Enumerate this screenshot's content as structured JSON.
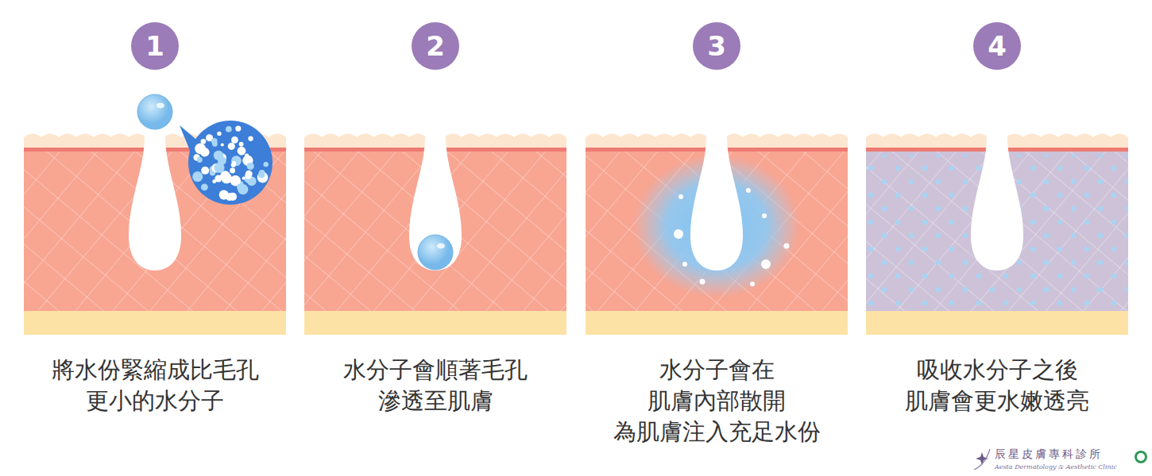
{
  "diagram": {
    "nodes": [
      {
        "text": [
          "1"
        ]
      },
      {
        "text": [
          "2"
        ]
      },
      {
        "text": [
          "3"
        ]
      },
      {
        "text": [
          "4"
        ]
      }
    ],
    "labels": [
      "將水份緊縮成比毛孔 更小的水分子",
      "水分子會順著毛孔 滲透至肌膚",
      "水分子會在 肌膚內部散開 為肌膚注入充足水份",
      "吸收水分子之後 肌膚會更水嫩透亮",
      "辰星皮膚專科診所",
      "Aesta Dermatology & Aesthetic Clinic"
    ]
  }
}
